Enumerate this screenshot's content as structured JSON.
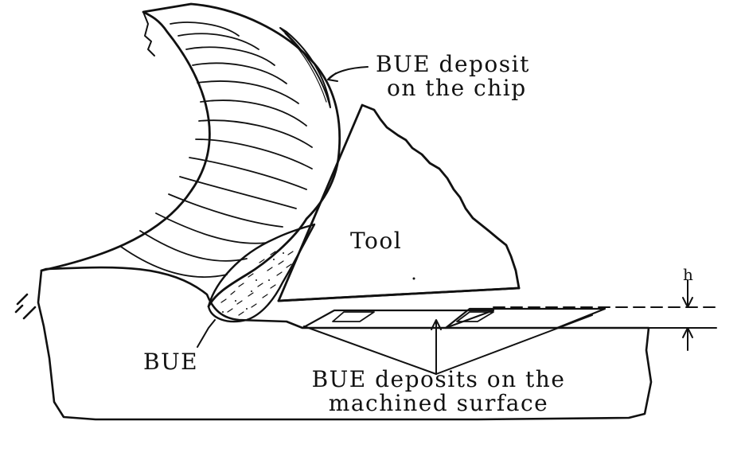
{
  "labels": {
    "bue_chip_line1": "BUE deposit",
    "bue_chip_line2": "on the chip",
    "tool": "Tool",
    "bue": "BUE",
    "bue_surface_line1": "BUE deposits on the",
    "bue_surface_line2": "machined surface",
    "depth": "h"
  },
  "colors": {
    "ink": "#111111",
    "paper": "#ffffff"
  }
}
